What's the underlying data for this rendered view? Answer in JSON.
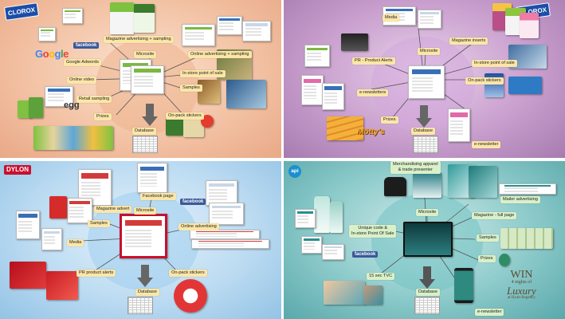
{
  "q1": {
    "brand": "CLOROX",
    "facebook": "facebook",
    "google": [
      "G",
      "o",
      "o",
      "g",
      "l",
      "e"
    ],
    "egg": "egg",
    "labels": {
      "magazine": "Magazine advertising + sampling",
      "microsite": "Microsite",
      "online": "Online advertising + sampling",
      "adwords": "Google Adwords",
      "instore": "In-store point of sale",
      "video": "Online video",
      "samples": "Samples",
      "retail": "Retail sampling",
      "onpack": "On-pack stickers",
      "prizes": "Prizes",
      "database": "Database"
    }
  },
  "q2": {
    "brand": "CLOROX",
    "mottys": "Mötty's",
    "labels": {
      "media": "Media",
      "microsite": "Microsite",
      "pr": "PR - Product Alerts",
      "inserts": "Magazine inserts",
      "instore": "In-store point of sale",
      "onpack": "On-pack stickers",
      "enews": "e-newsletters",
      "prizes": "Prizes",
      "database": "Database",
      "enewsletter": "e-newsletter"
    }
  },
  "q3": {
    "brand": "DYLON",
    "facebook": "facebook",
    "labels": {
      "fbpage": "Facebook page",
      "magazine": "Magazine advert",
      "microsite": "Microsite",
      "samples": "Samples",
      "online": "Online advertising",
      "media": "Media",
      "pr": "PR product alerts",
      "onpack": "On-pack stickers",
      "database": "Database"
    }
  },
  "q4": {
    "brand": "api",
    "facebook": "facebook",
    "win_line1": "WIN",
    "win_line2": "4 nights of",
    "win_line3": "Luxury",
    "win_line4": "at Hyatt Regency",
    "labels": {
      "merch": "Merchandising apparel\n& trade presenter",
      "mailer": "Mailer advertising",
      "microsite": "Microsite",
      "unique": "Unique code &\nIn-store Point Of Sale",
      "magazine": "Magazine - full page",
      "samples": "Samples",
      "prizes": "Prizes",
      "tvc": "15 sec TVC",
      "database": "Database",
      "enewsletter": "e-newsletter"
    }
  }
}
